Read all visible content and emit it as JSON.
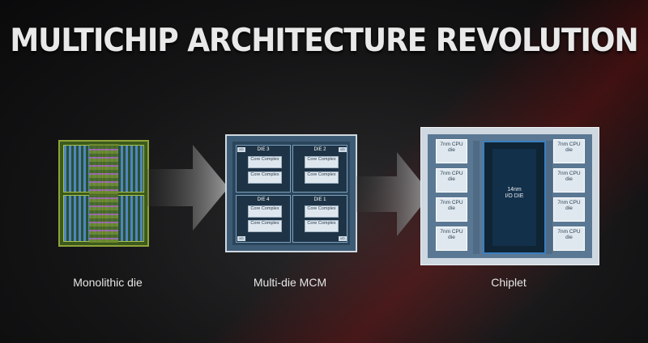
{
  "title": "MULTICHIP ARCHITECTURE REVOLUTION",
  "labels": {
    "monolithic": "Monolithic die",
    "mcm": "Multi-die MCM",
    "chiplet": "Chiplet"
  },
  "mcm": {
    "dies": [
      {
        "name": "DIE 3",
        "cores": [
          "Core Complex",
          "Core Complex"
        ]
      },
      {
        "name": "DIE 2",
        "cores": [
          "Core Complex",
          "Core Complex"
        ]
      },
      {
        "name": "DIE 4",
        "cores": [
          "Core Complex",
          "Core Complex"
        ]
      },
      {
        "name": "DIE 1",
        "cores": [
          "Core Complex",
          "Core Complex"
        ]
      }
    ],
    "io_tag": "I/O"
  },
  "chiplet": {
    "cpu_dies": [
      "7nm CPU die",
      "7nm CPU die",
      "7nm CPU die",
      "7nm CPU die",
      "7nm CPU die",
      "7nm CPU die",
      "7nm CPU die",
      "7nm CPU die"
    ],
    "io_die_line1": "14nm",
    "io_die_line2": "I/O DIE"
  },
  "colors": {
    "mcm_substrate": "#3d5b74",
    "chiplet_substrate": "#5a7893",
    "io_die_border": "#3a7fc0",
    "arrow": "#8a8a8a"
  }
}
